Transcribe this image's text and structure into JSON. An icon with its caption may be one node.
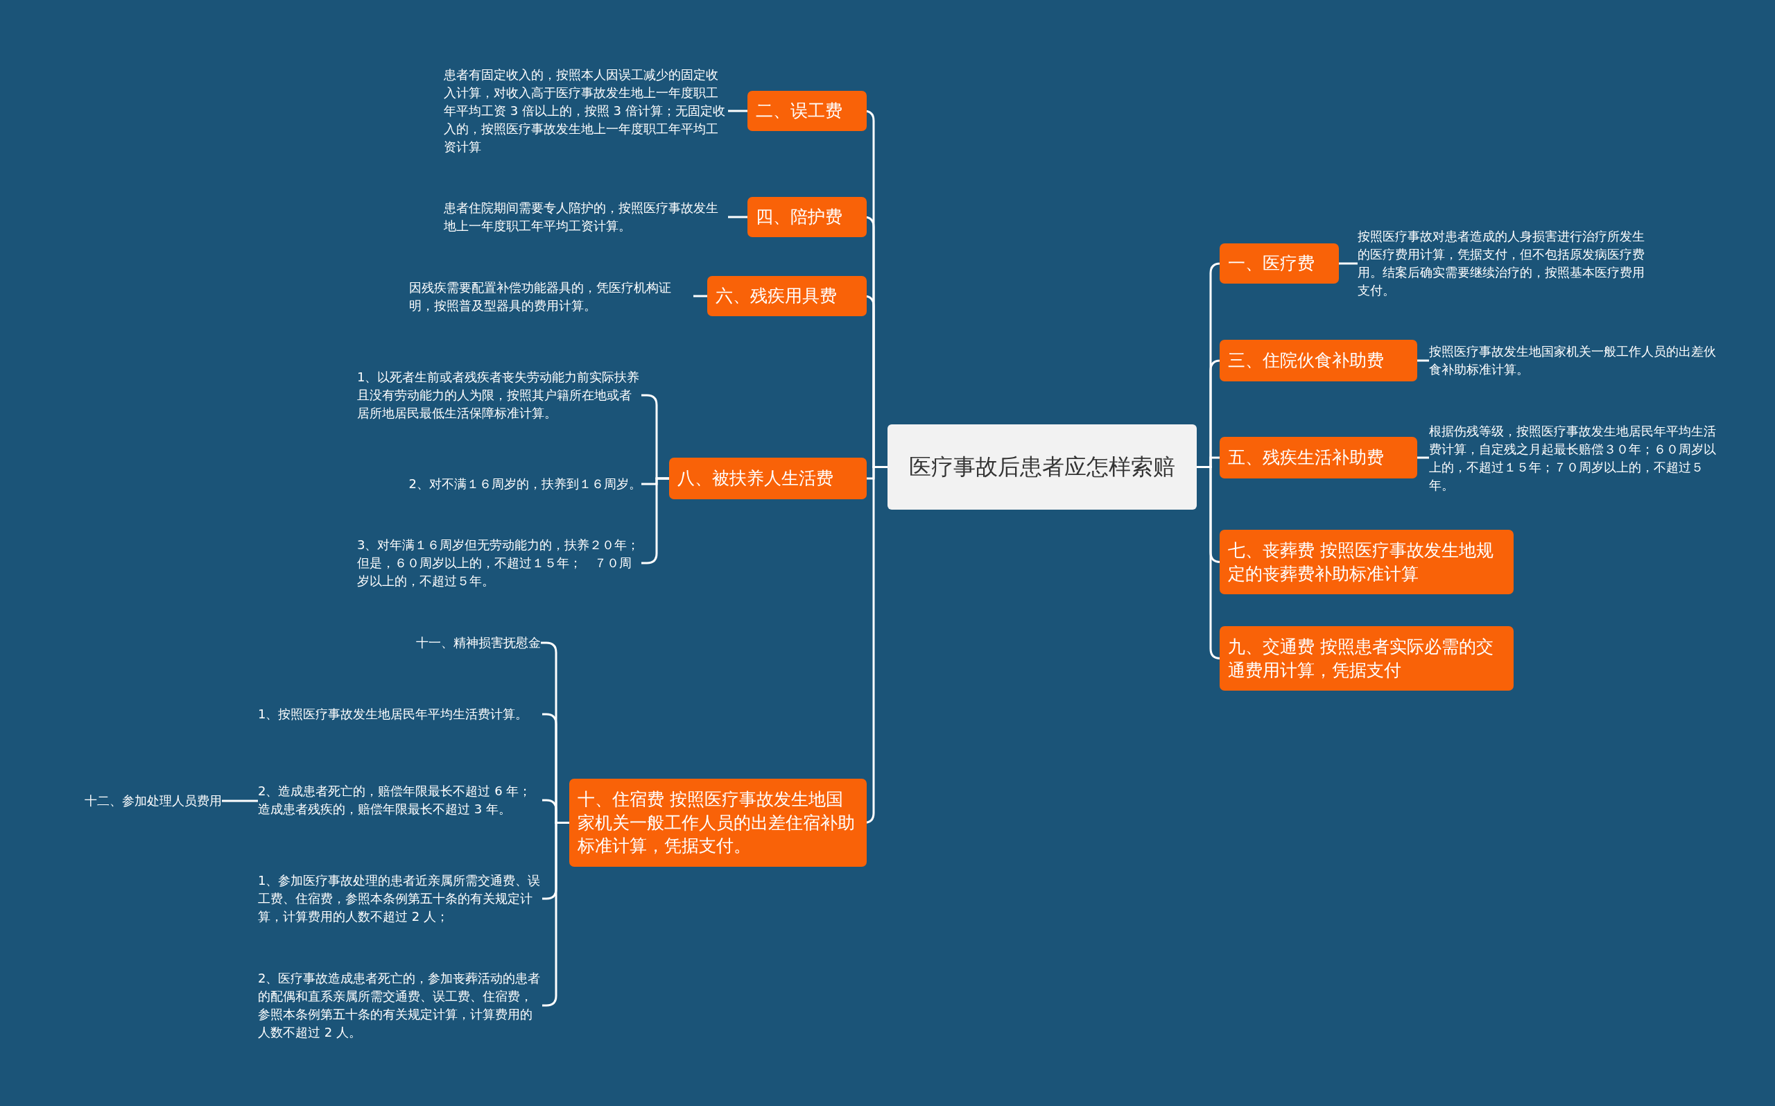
{
  "diagram": {
    "nodes": [
      {
        "text": [
          "医疗事故后患者应怎样索赔"
        ]
      },
      {
        "text": [
          "一、医疗费"
        ]
      },
      {
        "text": [
          "按照医疗事故对患者造成的人身损害进行治疗所发生的医疗费用计算，凭据支付，但不包括原发病医疗费用。结案后确实需要继续治疗的，按照基本医疗费用支付。"
        ]
      },
      {
        "text": [
          "三、住院伙食补助费"
        ]
      },
      {
        "text": [
          "按照医疗事故发生地国家机关一般工作人员的出差伙食补助标准计算。"
        ]
      },
      {
        "text": [
          "五、残疾生活补助费"
        ]
      },
      {
        "text": [
          "根据伤残等级，按照医疗事故发生地居民年平均生活费计算，自定残之月起最长赔偿３０年；６０周岁以上的，不超过１５年；７０周岁以上的，不超过５年。"
        ]
      },
      {
        "text": [
          "七、丧葬费 按照医疗事故发生地规定的丧葬费补助标准计算"
        ]
      },
      {
        "text": [
          "九、交通费 按照患者实际必需的交通费用计算，凭据支付"
        ]
      },
      {
        "text": [
          "二、误工费"
        ]
      },
      {
        "text": [
          "患者有固定收入的，按照本人因误工减少的固定收入计算，对收入高于医疗事故发生地上一年度职工年平均工资 3 倍以上的，按照 3 倍计算；无固定收入的，按照医疗事故发生地上一年度职工年平均工资计算"
        ]
      },
      {
        "text": [
          "四、陪护费"
        ]
      },
      {
        "text": [
          "患者住院期间需要专人陪护的，按照医疗事故发生地上一年度职工年平均工资计算。"
        ]
      },
      {
        "text": [
          "六、残疾用具费"
        ]
      },
      {
        "text": [
          "因残疾需要配置补偿功能器具的，凭医疗机构证明，按照普及型器具的费用计算。"
        ]
      },
      {
        "text": [
          "八、被扶养人生活费"
        ]
      },
      {
        "text": [
          "1、以死者生前或者残疾者丧失劳动能力前实际扶养且没有劳动能力的人为限，按照其户籍所在地或者居所地居民最低生活保障标准计算。"
        ]
      },
      {
        "text": [
          "2、对不满１６周岁的，扶养到１６周岁。"
        ]
      },
      {
        "text": [
          "3、对年满１６周岁但无劳动能力的，扶养２０年；但是，６０周岁以上的，不超过１５年；　７０周岁以上的，不超过５年。"
        ]
      },
      {
        "text": [
          "十、住宿费 按照医疗事故发生地国家机关一般工作人员的出差住宿补助标准计算，凭据支付。"
        ]
      },
      {
        "text": [
          "十一、精神损害抚慰金"
        ]
      },
      {
        "text": [
          "1、按照医疗事故发生地居民年平均生活费计算。"
        ]
      },
      {
        "text": [
          "2、造成患者死亡的，赔偿年限最长不超过 6 年；造成患者残疾的，赔偿年限最长不超过 3 年。"
        ]
      },
      {
        "text": [
          "十二、参加处理人员费用"
        ]
      },
      {
        "text": [
          "1、参加医疗事故处理的患者近亲属所需交通费、误工费、住宿费，参照本条例第五十条的有关规定计算，计算费用的人数不超过 2 人；"
        ]
      },
      {
        "text": [
          "2、医疗事故造成患者死亡的，参加丧葬活动的患者的配偶和直系亲属所需交通费、误工费、住宿费，参照本条例第五十条的有关规定计算，计算费用的人数不超过 2 人。"
        ]
      }
    ],
    "edges": [
      {
        "from": 0,
        "to": 1,
        "arrow": "none"
      },
      {
        "from": 1,
        "to": 2,
        "arrow": "none"
      },
      {
        "from": 0,
        "to": 3,
        "arrow": "none"
      },
      {
        "from": 3,
        "to": 4,
        "arrow": "none"
      },
      {
        "from": 0,
        "to": 5,
        "arrow": "none"
      },
      {
        "from": 5,
        "to": 6,
        "arrow": "none"
      },
      {
        "from": 0,
        "to": 7,
        "arrow": "none"
      },
      {
        "from": 0,
        "to": 8,
        "arrow": "none"
      },
      {
        "from": 0,
        "to": 9,
        "arrow": "none"
      },
      {
        "from": 9,
        "to": 10,
        "arrow": "none"
      },
      {
        "from": 0,
        "to": 11,
        "arrow": "none"
      },
      {
        "from": 11,
        "to": 12,
        "arrow": "none"
      },
      {
        "from": 0,
        "to": 13,
        "arrow": "none"
      },
      {
        "from": 13,
        "to": 14,
        "arrow": "none"
      },
      {
        "from": 0,
        "to": 15,
        "arrow": "none"
      },
      {
        "from": 15,
        "to": 16,
        "arrow": "none"
      },
      {
        "from": 15,
        "to": 17,
        "arrow": "none"
      },
      {
        "from": 15,
        "to": 18,
        "arrow": "none"
      },
      {
        "from": 0,
        "to": 19,
        "arrow": "none"
      },
      {
        "from": 19,
        "to": 20,
        "arrow": "none"
      },
      {
        "from": 19,
        "to": 21,
        "arrow": "none"
      },
      {
        "from": 19,
        "to": 22,
        "arrow": "none"
      },
      {
        "from": 19,
        "to": 24,
        "arrow": "none"
      },
      {
        "from": 19,
        "to": 25,
        "arrow": "none"
      },
      {
        "from": 23,
        "to": 22,
        "arrow": "none"
      }
    ]
  }
}
